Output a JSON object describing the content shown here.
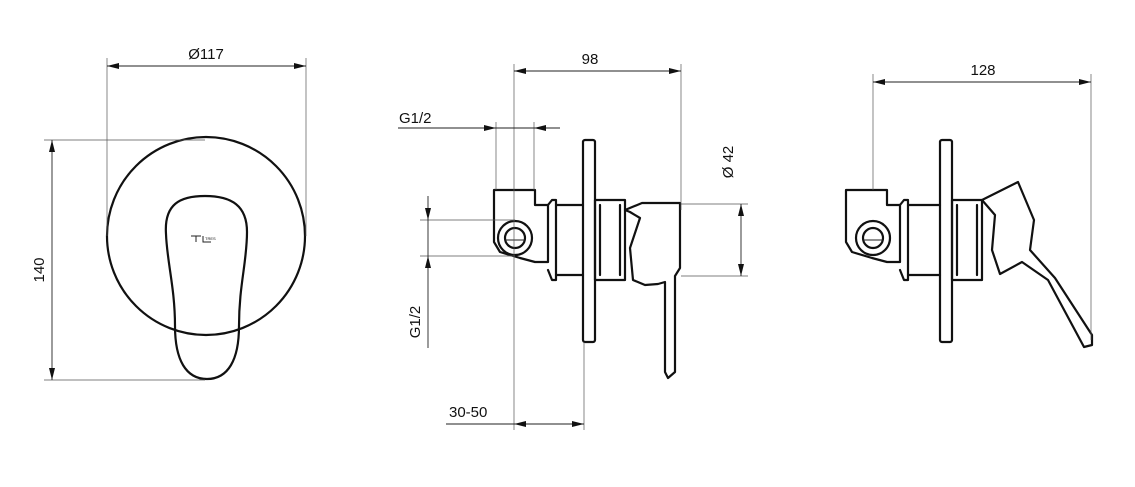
{
  "dimensions": {
    "front_diameter": "Ø117",
    "front_height": "140",
    "side_depth": "98",
    "side_inlet_top": "G1/2",
    "side_inlet_left": "G1/2",
    "side_cartridge_diameter": "Ø 42",
    "side_wall_range": "30-50",
    "handle_open_depth": "128"
  },
  "logo": {
    "brand": "TRES"
  }
}
